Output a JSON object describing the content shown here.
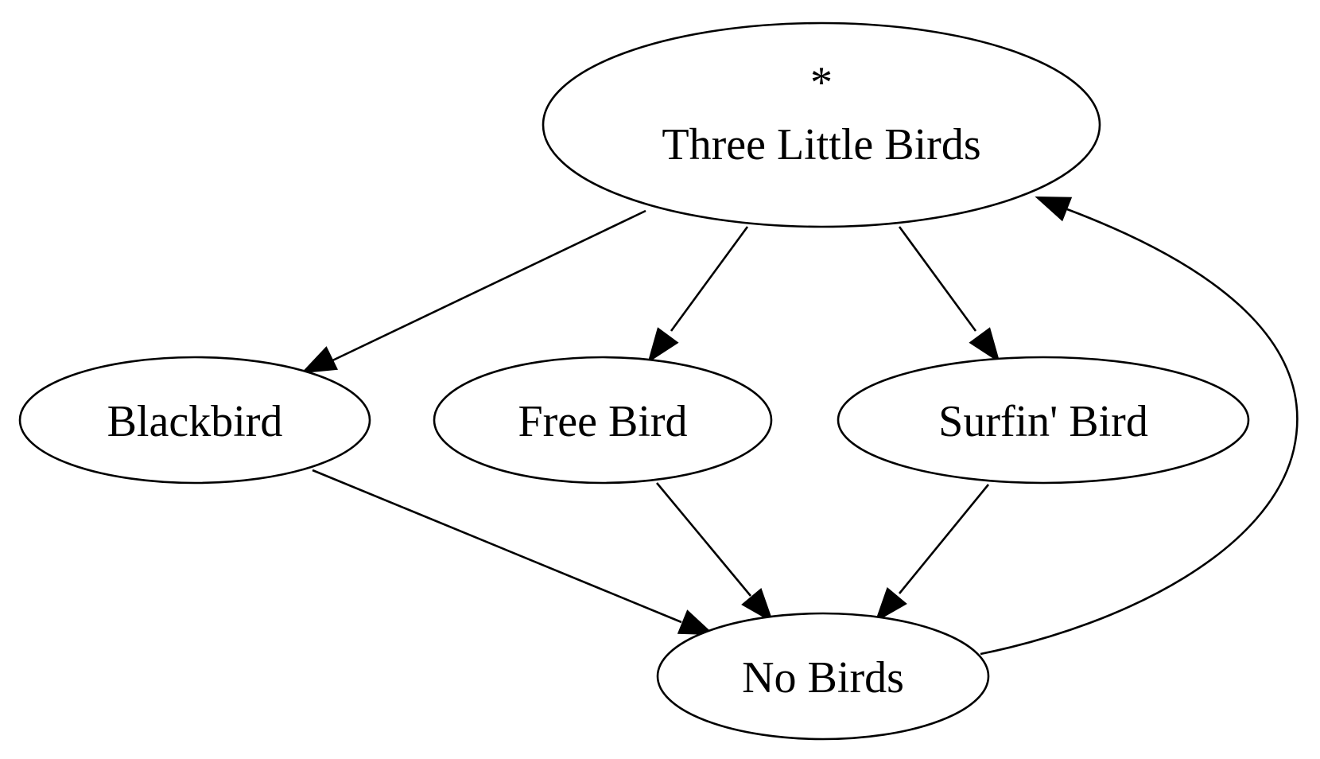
{
  "diagram": {
    "type": "directed-graph",
    "nodes": [
      {
        "id": "three",
        "lines": [
          "*",
          "Three Little Birds"
        ]
      },
      {
        "id": "blackbird",
        "lines": [
          "Blackbird"
        ]
      },
      {
        "id": "freebird",
        "lines": [
          "Free Bird"
        ]
      },
      {
        "id": "surfin",
        "lines": [
          "Surfin' Bird"
        ]
      },
      {
        "id": "nobirds",
        "lines": [
          "No Birds"
        ]
      }
    ],
    "edges": [
      {
        "from": "three",
        "to": "blackbird"
      },
      {
        "from": "three",
        "to": "freebird"
      },
      {
        "from": "three",
        "to": "surfin"
      },
      {
        "from": "blackbird",
        "to": "nobirds"
      },
      {
        "from": "freebird",
        "to": "nobirds"
      },
      {
        "from": "surfin",
        "to": "nobirds"
      },
      {
        "from": "nobirds",
        "to": "three"
      }
    ],
    "colors": {
      "stroke": "#000000",
      "fill": "#ffffff",
      "background": "#ffffff"
    }
  }
}
